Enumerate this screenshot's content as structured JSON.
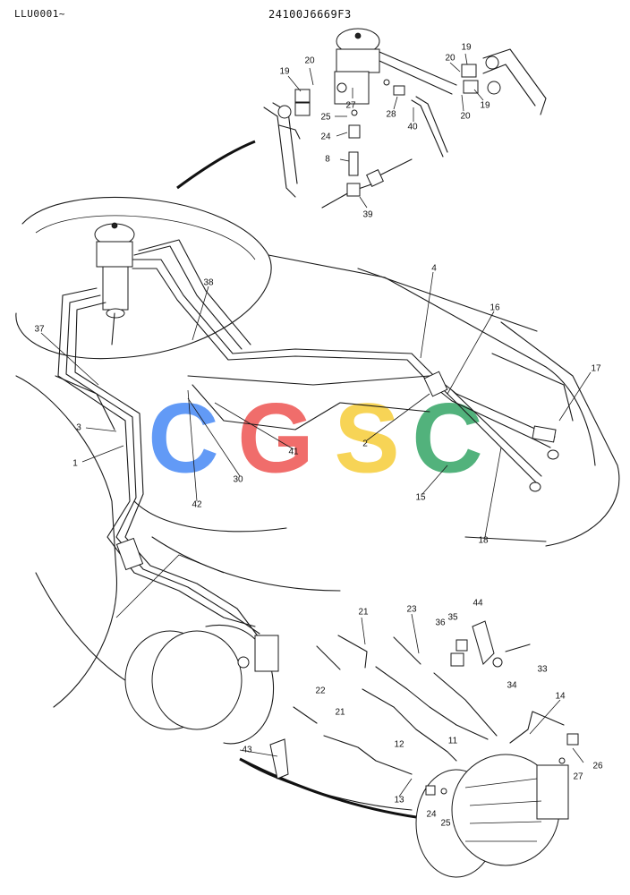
{
  "header": {
    "page_code": "LLU0001~",
    "drawing_number": "24100J6669F3"
  },
  "watermark": {
    "letters": [
      "C",
      "G",
      "S",
      "C"
    ],
    "colors": [
      "#4d8df5",
      "#ef5a57",
      "#f7cf3f",
      "#3ba86a"
    ]
  },
  "callouts": [
    "19",
    "20",
    "20",
    "19",
    "19",
    "20",
    "27",
    "25",
    "28",
    "40",
    "24",
    "8",
    "39",
    "38",
    "4",
    "16",
    "37",
    "17",
    "3",
    "1",
    "41",
    "2",
    "30",
    "42",
    "15",
    "18",
    "21",
    "23",
    "36",
    "35",
    "44",
    "33",
    "21",
    "34",
    "22",
    "14",
    "11",
    "12",
    "43",
    "26",
    "27",
    "13",
    "24",
    "25"
  ]
}
